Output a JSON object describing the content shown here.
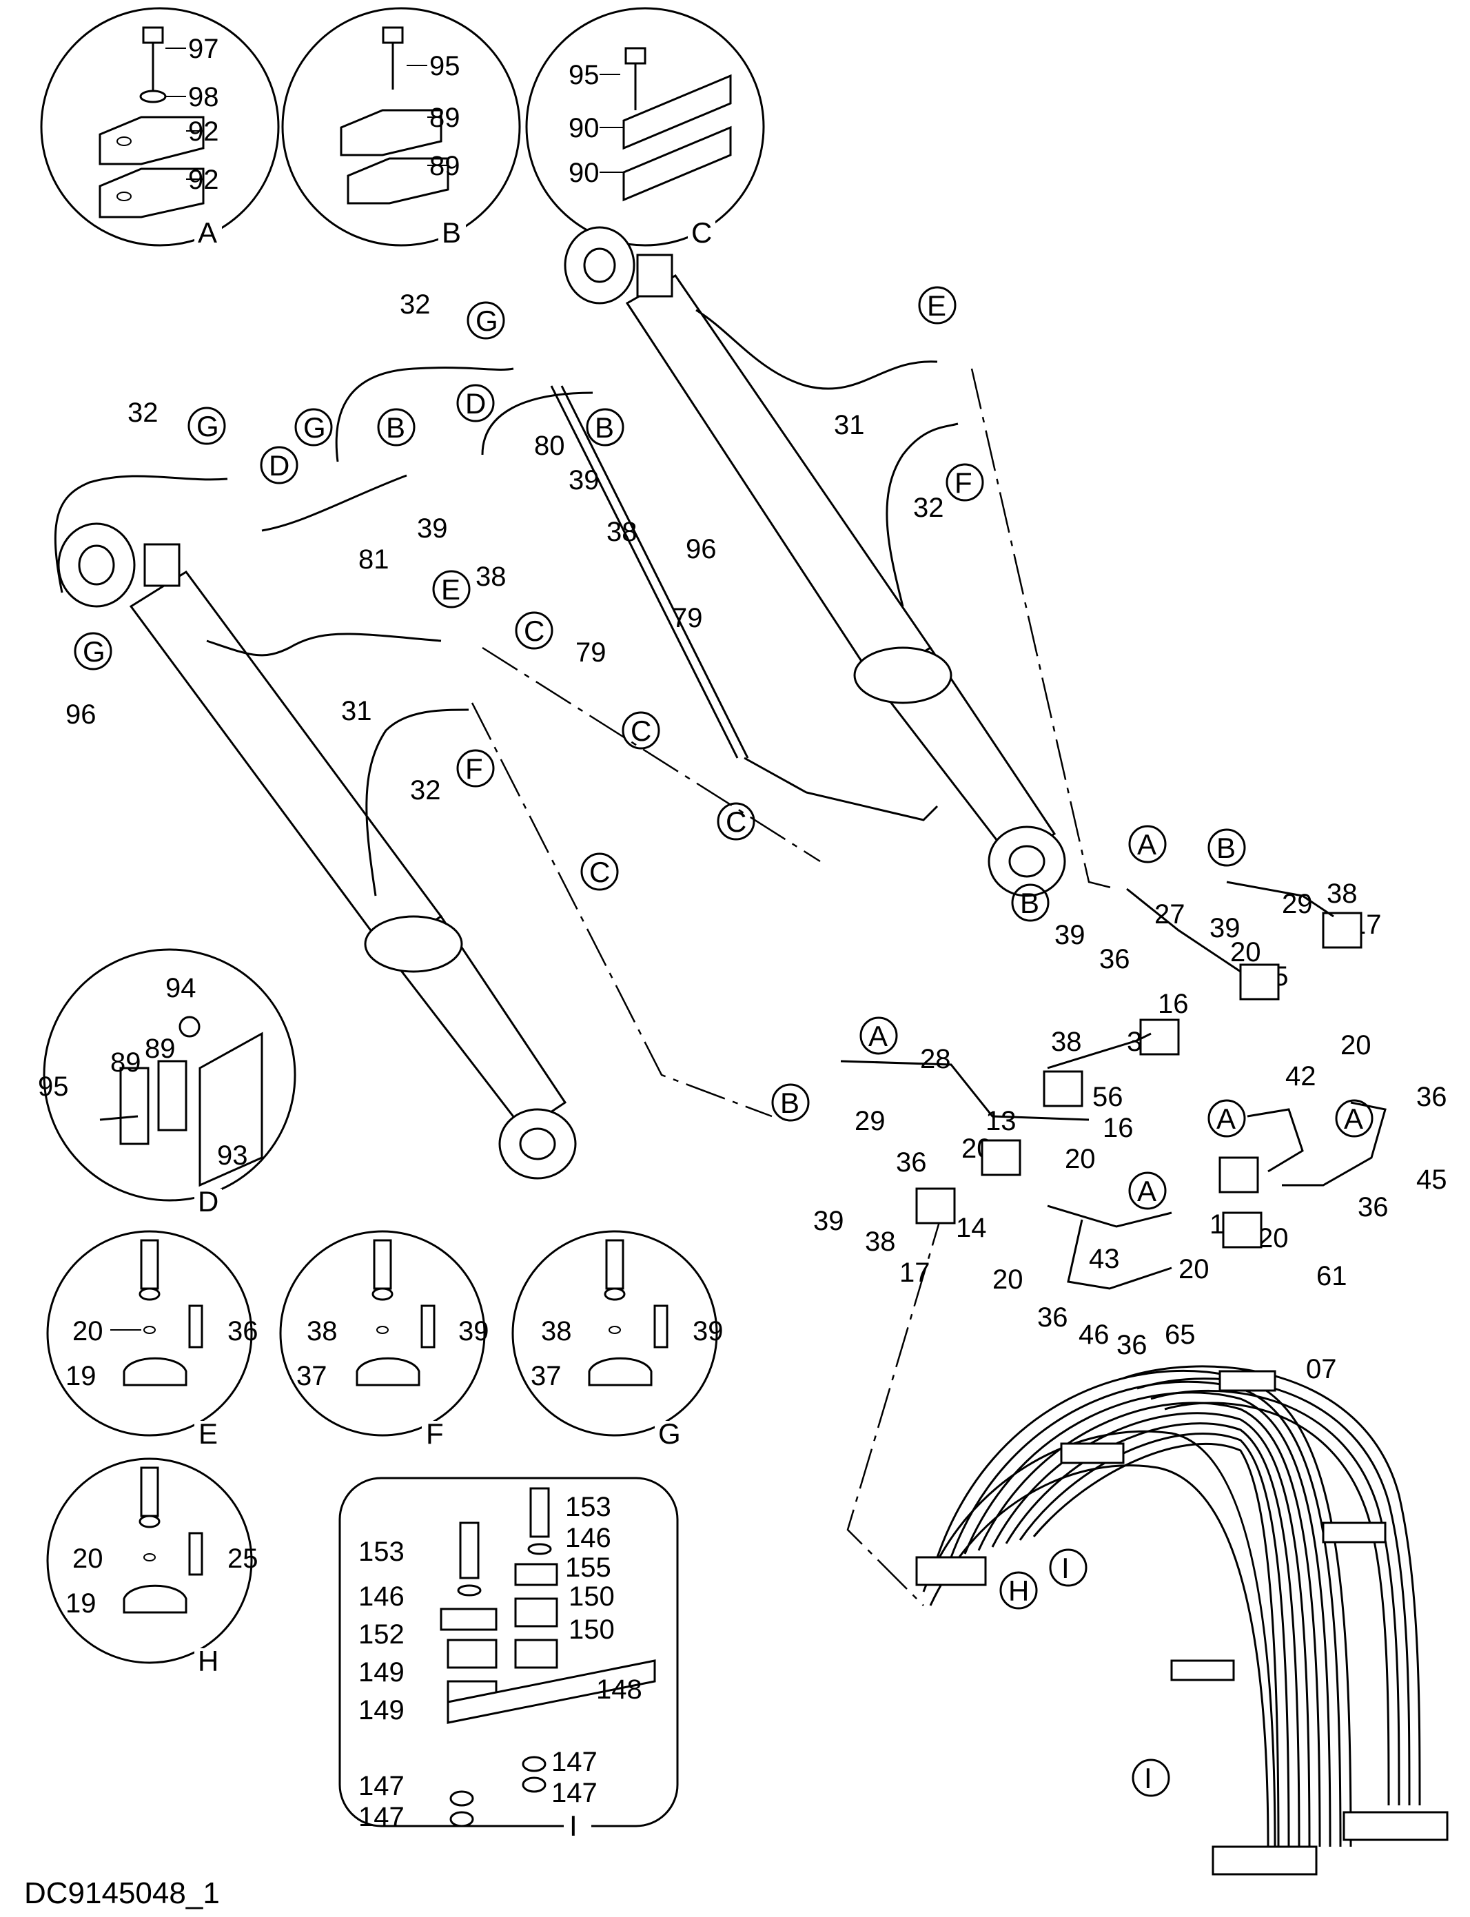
{
  "document_id": "DC9145048_1",
  "detail_views": [
    {
      "id": "A",
      "labels": [
        "97",
        "98",
        "92",
        "92"
      ]
    },
    {
      "id": "B",
      "labels": [
        "95",
        "89",
        "89"
      ]
    },
    {
      "id": "C",
      "labels": [
        "95",
        "90",
        "90"
      ]
    },
    {
      "id": "D",
      "labels": [
        "94",
        "95",
        "89",
        "89",
        "93"
      ]
    },
    {
      "id": "E",
      "labels": [
        "20",
        "36",
        "19"
      ]
    },
    {
      "id": "F",
      "labels": [
        "38",
        "39",
        "37"
      ]
    },
    {
      "id": "G",
      "labels": [
        "38",
        "39",
        "37"
      ]
    },
    {
      "id": "H",
      "labels": [
        "20",
        "25",
        "19"
      ]
    },
    {
      "id": "I",
      "labels": [
        "153",
        "146",
        "155",
        "150",
        "150",
        "153",
        "146",
        "152",
        "149",
        "148",
        "149",
        "147",
        "147",
        "147",
        "147"
      ]
    }
  ],
  "main_labels": [
    "32",
    "32",
    "31",
    "31",
    "32",
    "32",
    "80",
    "81",
    "79",
    "79",
    "96",
    "96",
    "39",
    "39",
    "38",
    "38",
    "07",
    "27",
    "28",
    "29",
    "29",
    "38",
    "17",
    "39",
    "39",
    "36",
    "20",
    "15",
    "16",
    "16",
    "56",
    "38",
    "38",
    "13",
    "20",
    "20",
    "20",
    "42",
    "36",
    "45",
    "36",
    "61",
    "43",
    "20",
    "15",
    "20",
    "14",
    "36",
    "39",
    "38",
    "17",
    "20",
    "46",
    "36",
    "65",
    "36"
  ],
  "callouts": [
    "A",
    "A",
    "A",
    "A",
    "A",
    "B",
    "B",
    "B",
    "B",
    "B",
    "C",
    "C",
    "C",
    "C",
    "D",
    "D",
    "E",
    "E",
    "F",
    "F",
    "G",
    "G",
    "G",
    "G",
    "H",
    "I",
    "I"
  ]
}
